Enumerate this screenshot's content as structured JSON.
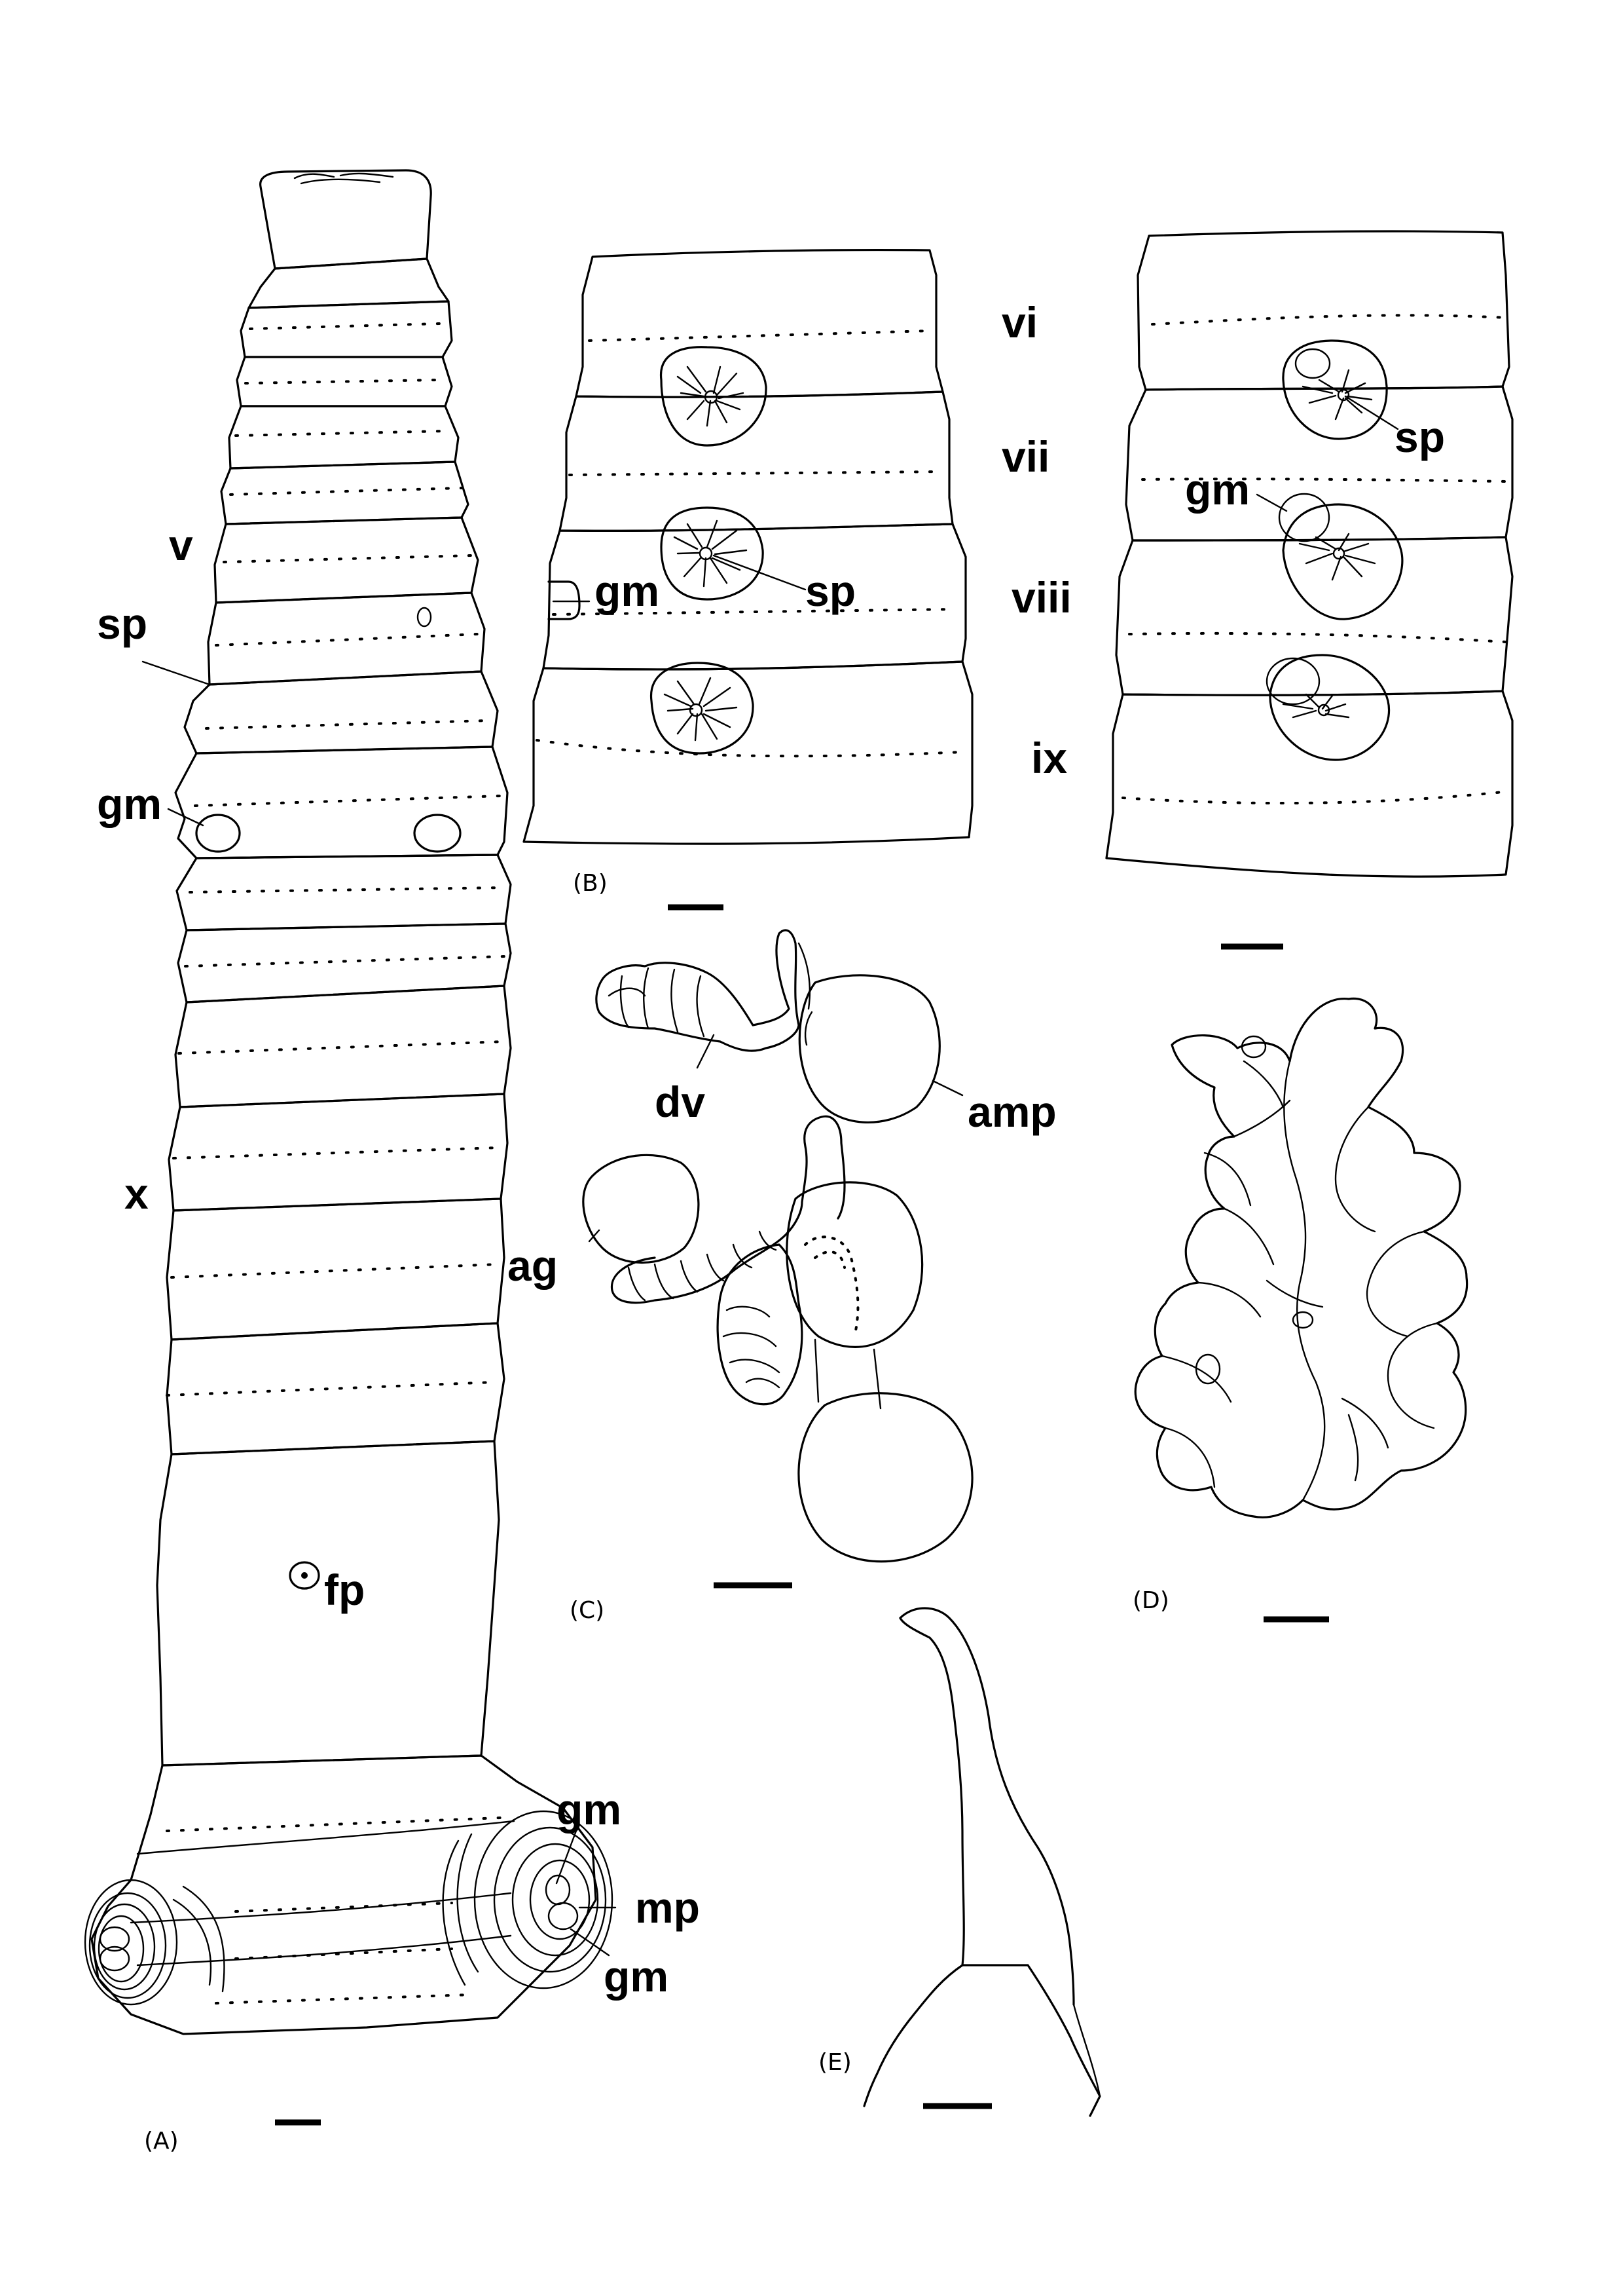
{
  "panels": {
    "A": {
      "caption": "(A)",
      "labels": {
        "v": "v",
        "sp": "sp",
        "gm": "gm",
        "x": "x",
        "fp": "fp",
        "gm_upper": "gm",
        "mp": "mp",
        "gm_lower": "gm"
      }
    },
    "B": {
      "caption": "(B)",
      "labels": {
        "gm": "gm",
        "sp": "sp"
      },
      "segments": [
        "vi",
        "vii",
        "viii",
        "ix"
      ]
    },
    "B2": {
      "labels": {
        "sp": "sp",
        "gm": "gm"
      }
    },
    "C": {
      "caption": "(C)",
      "labels": {
        "dv": "dv",
        "amp": "amp",
        "ag": "ag"
      }
    },
    "D": {
      "caption": "(D)"
    },
    "E": {
      "caption": "(E)"
    }
  }
}
